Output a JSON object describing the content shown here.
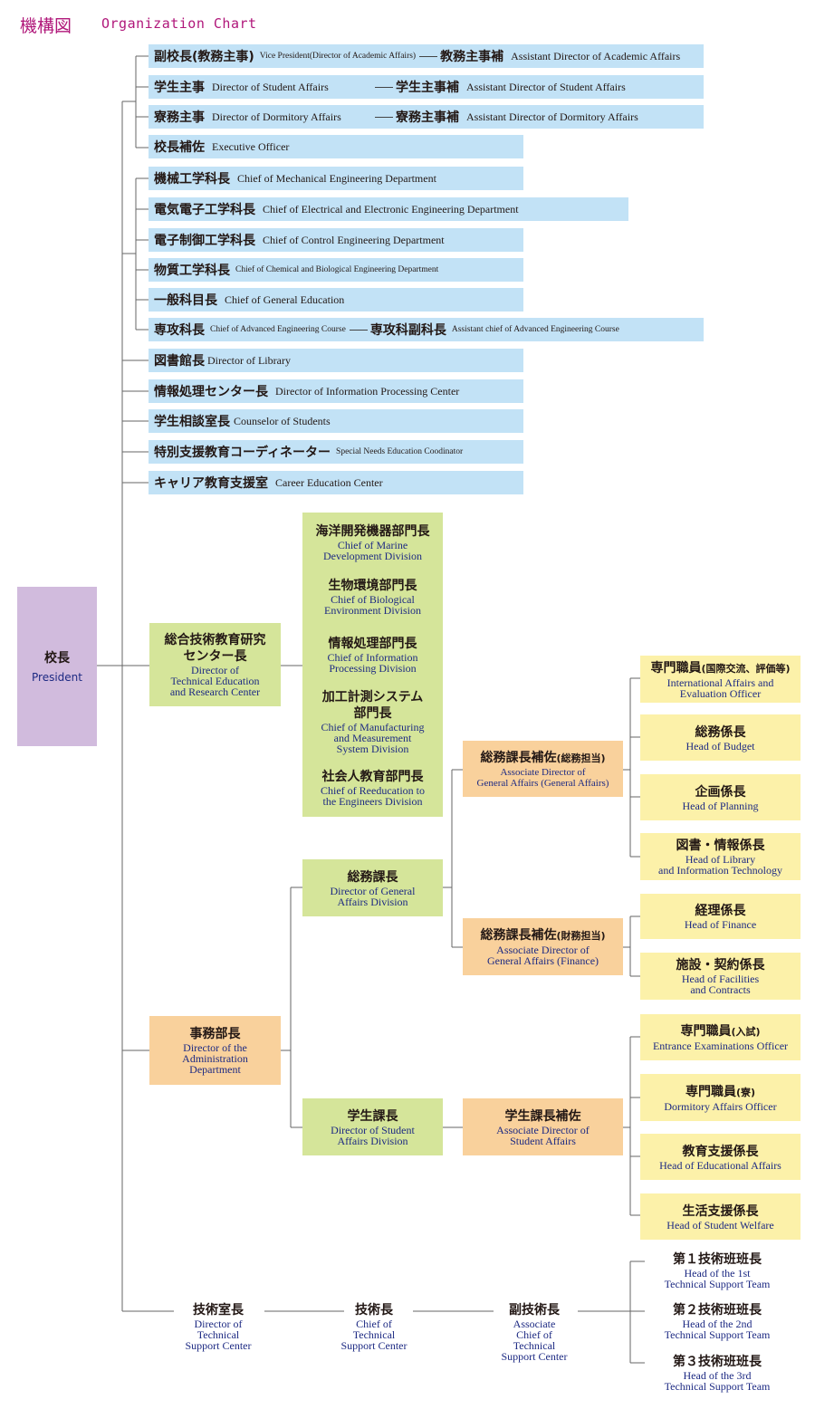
{
  "header": {
    "title_ja": "機構図",
    "title_en": "Organization Chart"
  },
  "president": {
    "ja": "校長",
    "en": "President"
  },
  "blue_rows": [
    {
      "ja": "副校長(教務主事)",
      "en": "Vice President(Director of Academic Affairs)",
      "sub_ja": "教務主事補",
      "sub_en": "Assistant Director of Academic Affairs"
    },
    {
      "ja": "学生主事",
      "en": "Director of Student Affairs",
      "sub_ja": "学生主事補",
      "sub_en": "Assistant Director of Student Affairs"
    },
    {
      "ja": "寮務主事",
      "en": "Director of Dormitory Affairs",
      "sub_ja": "寮務主事補",
      "sub_en": "Assistant Director of Dormitory Affairs"
    },
    {
      "ja": "校長補佐",
      "en": "Executive Officer"
    },
    {
      "ja": "機械工学科長",
      "en": "Chief of Mechanical Engineering Department"
    },
    {
      "ja": "電気電子工学科長",
      "en": "Chief of Electrical and Electronic Engineering Department"
    },
    {
      "ja": "電子制御工学科長",
      "en": "Chief of Control Engineering Department"
    },
    {
      "ja": "物質工学科長",
      "en": "Chief of Chemical and Biological Engineering Department"
    },
    {
      "ja": "一般科目長",
      "en": "Chief of General Education"
    },
    {
      "ja": "専攻科長",
      "en": "Chief of Advanced Engineering Course",
      "sub_ja": "専攻科副科長",
      "sub_en": "Assistant chief of Advanced Engineering Course"
    },
    {
      "ja": "図書館長",
      "en": "Director of Library"
    },
    {
      "ja": "情報処理センター長",
      "en": "Director of Information Processing Center"
    },
    {
      "ja": "学生相談室長",
      "en": "Counselor of Students"
    },
    {
      "ja": "特別支援教育コーディネーター",
      "en": "Special Needs Education Coodinator"
    },
    {
      "ja": "キャリア教育支援室",
      "en": "Career Education Center"
    }
  ],
  "research_center": {
    "ja1": "総合技術教育研究",
    "ja2": "センター長",
    "en1": "Director of",
    "en2": "Technical Education",
    "en3": "and Research Center"
  },
  "divisions": [
    {
      "ja1": "海洋開発機器部門長",
      "ja2": "",
      "en1": "Chief of Marine",
      "en2": "Development Division",
      "en3": ""
    },
    {
      "ja1": "生物環境部門長",
      "ja2": "",
      "en1": "Chief of Biological",
      "en2": "Environment Division",
      "en3": ""
    },
    {
      "ja1": "情報処理部門長",
      "ja2": "",
      "en1": "Chief of Information",
      "en2": "Processing Division",
      "en3": ""
    },
    {
      "ja1": "加工計測システム",
      "ja2": "部門長",
      "en1": "Chief of Manufacturing",
      "en2": "and Measurement",
      "en3": "System Division"
    },
    {
      "ja1": "社会人教育部門長",
      "ja2": "",
      "en1": "Chief of Reeducation to",
      "en2": "the Engineers Division",
      "en3": ""
    }
  ],
  "admin": {
    "ja": "事務部長",
    "en1": "Director of the",
    "en2": "Administration",
    "en3": "Department"
  },
  "general_affairs": {
    "ja": "総務課長",
    "en1": "Director of General",
    "en2": "Affairs Division"
  },
  "assoc_general": {
    "ja": "総務課長補佐",
    "ja_sm": "(総務担当)",
    "en1": "Associate Director of",
    "en2": "General Affairs (General Affairs)"
  },
  "assoc_finance": {
    "ja": "総務課長補佐",
    "ja_sm": "(財務担当)",
    "en1": "Associate Director of",
    "en2": "General Affairs (Finance)"
  },
  "student_affairs": {
    "ja": "学生課長",
    "en1": "Director of Student",
    "en2": "Affairs Division"
  },
  "assoc_student": {
    "ja": "学生課長補佐",
    "en1": "Associate Director of",
    "en2": "Student Affairs"
  },
  "yellow_boxes": [
    {
      "ja": "専門職員",
      "ja_sm": "(国際交流、評価等)",
      "en1": "International Affairs and",
      "en2": "Evaluation Officer"
    },
    {
      "ja": "総務係長",
      "ja_sm": "",
      "en1": "Head of Budget",
      "en2": ""
    },
    {
      "ja": "企画係長",
      "ja_sm": "",
      "en1": "Head of Planning",
      "en2": ""
    },
    {
      "ja": "図書・情報係長",
      "ja_sm": "",
      "en1": "Head of Library",
      "en2": "and Information Technology"
    },
    {
      "ja": "経理係長",
      "ja_sm": "",
      "en1": "Head of Finance",
      "en2": ""
    },
    {
      "ja": "施設・契約係長",
      "ja_sm": "",
      "en1": "Head of Facilities",
      "en2": "and Contracts"
    },
    {
      "ja": "専門職員",
      "ja_sm": "(入試)",
      "en1": "Entrance Examinations Officer",
      "en2": ""
    },
    {
      "ja": "専門職員",
      "ja_sm": "(寮)",
      "en1": "Dormitory Affairs Officer",
      "en2": ""
    },
    {
      "ja": "教育支援係長",
      "ja_sm": "",
      "en1": "Head of Educational Affairs",
      "en2": ""
    },
    {
      "ja": "生活支援係長",
      "ja_sm": "",
      "en1": "Head of Student Welfare",
      "en2": ""
    }
  ],
  "tech": {
    "room": {
      "ja": "技術室長",
      "en1": "Director of",
      "en2": "Technical",
      "en3": "Support Center",
      "en4": ""
    },
    "chief": {
      "ja": "技術長",
      "en1": "Chief of",
      "en2": "Technical",
      "en3": "Support Center",
      "en4": ""
    },
    "vice": {
      "ja": "副技術長",
      "en1": "Associate",
      "en2": "Chief of",
      "en3": "Technical",
      "en4": "Support Center"
    },
    "teams": [
      {
        "ja": "第１技術班班長",
        "en1": "Head of the 1st",
        "en2": "Technical Support Team"
      },
      {
        "ja": "第２技術班班長",
        "en1": "Head of the 2nd",
        "en2": "Technical Support Team"
      },
      {
        "ja": "第３技術班班長",
        "en1": "Head of the 3rd",
        "en2": "Technical Support Team"
      }
    ]
  },
  "colors": {
    "title": "#b0177a",
    "blue": "#c2e2f6",
    "green": "#d5e59a",
    "orange": "#f9d19c",
    "yellow": "#fcf1a9",
    "purple": "#d1bbdd"
  }
}
